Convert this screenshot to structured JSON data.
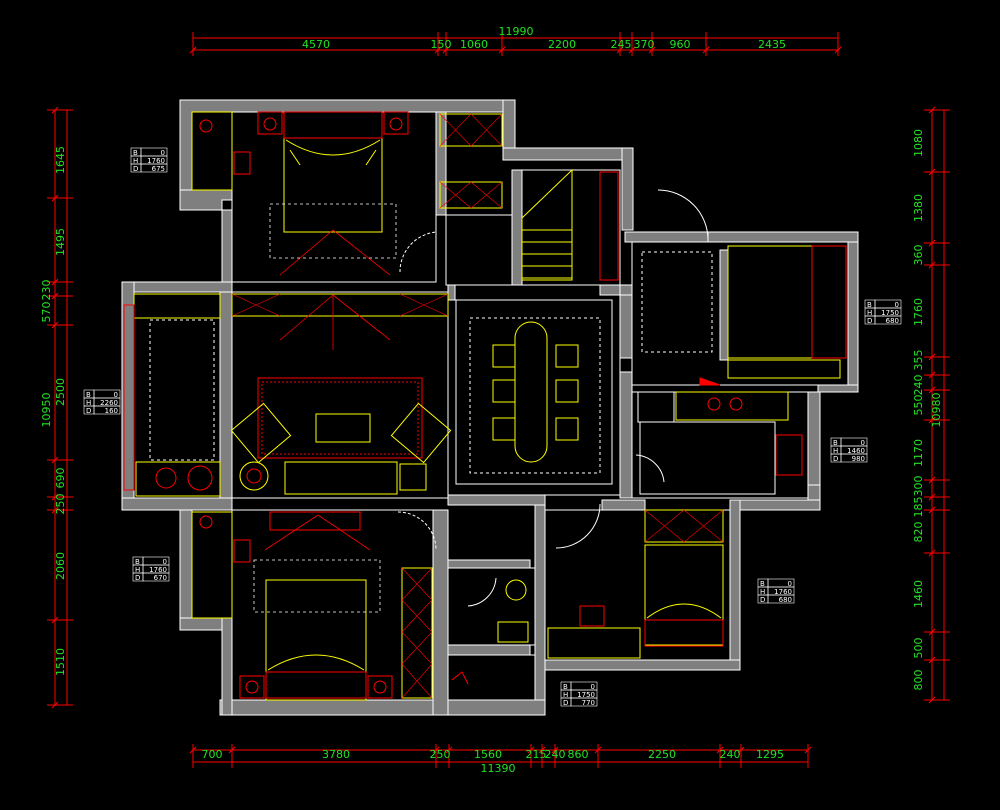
{
  "colors": {
    "background": "#000000",
    "wall": "#7f7f7f",
    "outline": "#ffffff",
    "furniture": "#ffff00",
    "accent": "#ff0000",
    "dimension_text": "#22e122",
    "dimension_line": "#ff0000"
  },
  "dimensions": {
    "top_total": "11990",
    "top_segments": [
      "4570",
      "150",
      "1060",
      "2200",
      "245",
      "370",
      "960",
      "2435"
    ],
    "bottom_total": "11390",
    "bottom_segments": [
      "700",
      "3780",
      "250",
      "1560",
      "215",
      "240",
      "860",
      "2250",
      "240",
      "1295"
    ],
    "left_total": "10950",
    "left_segments": [
      "1645",
      "1495",
      "230",
      "570",
      "2500",
      "690",
      "250",
      "2060",
      "1510"
    ],
    "right_total": "10980",
    "right_segments": [
      "1080",
      "1380",
      "360",
      "1760",
      "355",
      "240",
      "550",
      "1170",
      "300",
      "185",
      "820",
      "1460",
      "500",
      "800"
    ]
  },
  "tags": [
    {
      "id": "tag-bedroom-top",
      "rows": [
        [
          "B",
          "0"
        ],
        [
          "H",
          "1760"
        ],
        [
          "D",
          "675"
        ]
      ]
    },
    {
      "id": "tag-living",
      "rows": [
        [
          "B",
          "0"
        ],
        [
          "H",
          "2260"
        ],
        [
          "D",
          "160"
        ]
      ]
    },
    {
      "id": "tag-bedroom-bottom-left",
      "rows": [
        [
          "B",
          "0"
        ],
        [
          "H",
          "1760"
        ],
        [
          "D",
          "670"
        ]
      ]
    },
    {
      "id": "tag-right-room",
      "rows": [
        [
          "B",
          "0"
        ],
        [
          "H",
          "1750"
        ],
        [
          "D",
          "680"
        ]
      ]
    },
    {
      "id": "tag-kitchen",
      "rows": [
        [
          "B",
          "0"
        ],
        [
          "H",
          "1460"
        ],
        [
          "D",
          "980"
        ]
      ]
    },
    {
      "id": "tag-bedroom-bottom-right",
      "rows": [
        [
          "B",
          "0"
        ],
        [
          "H",
          "1760"
        ],
        [
          "D",
          "680"
        ]
      ]
    },
    {
      "id": "tag-bathroom",
      "rows": [
        [
          "B",
          "0"
        ],
        [
          "H",
          "1750"
        ],
        [
          "D",
          "770"
        ]
      ]
    }
  ]
}
